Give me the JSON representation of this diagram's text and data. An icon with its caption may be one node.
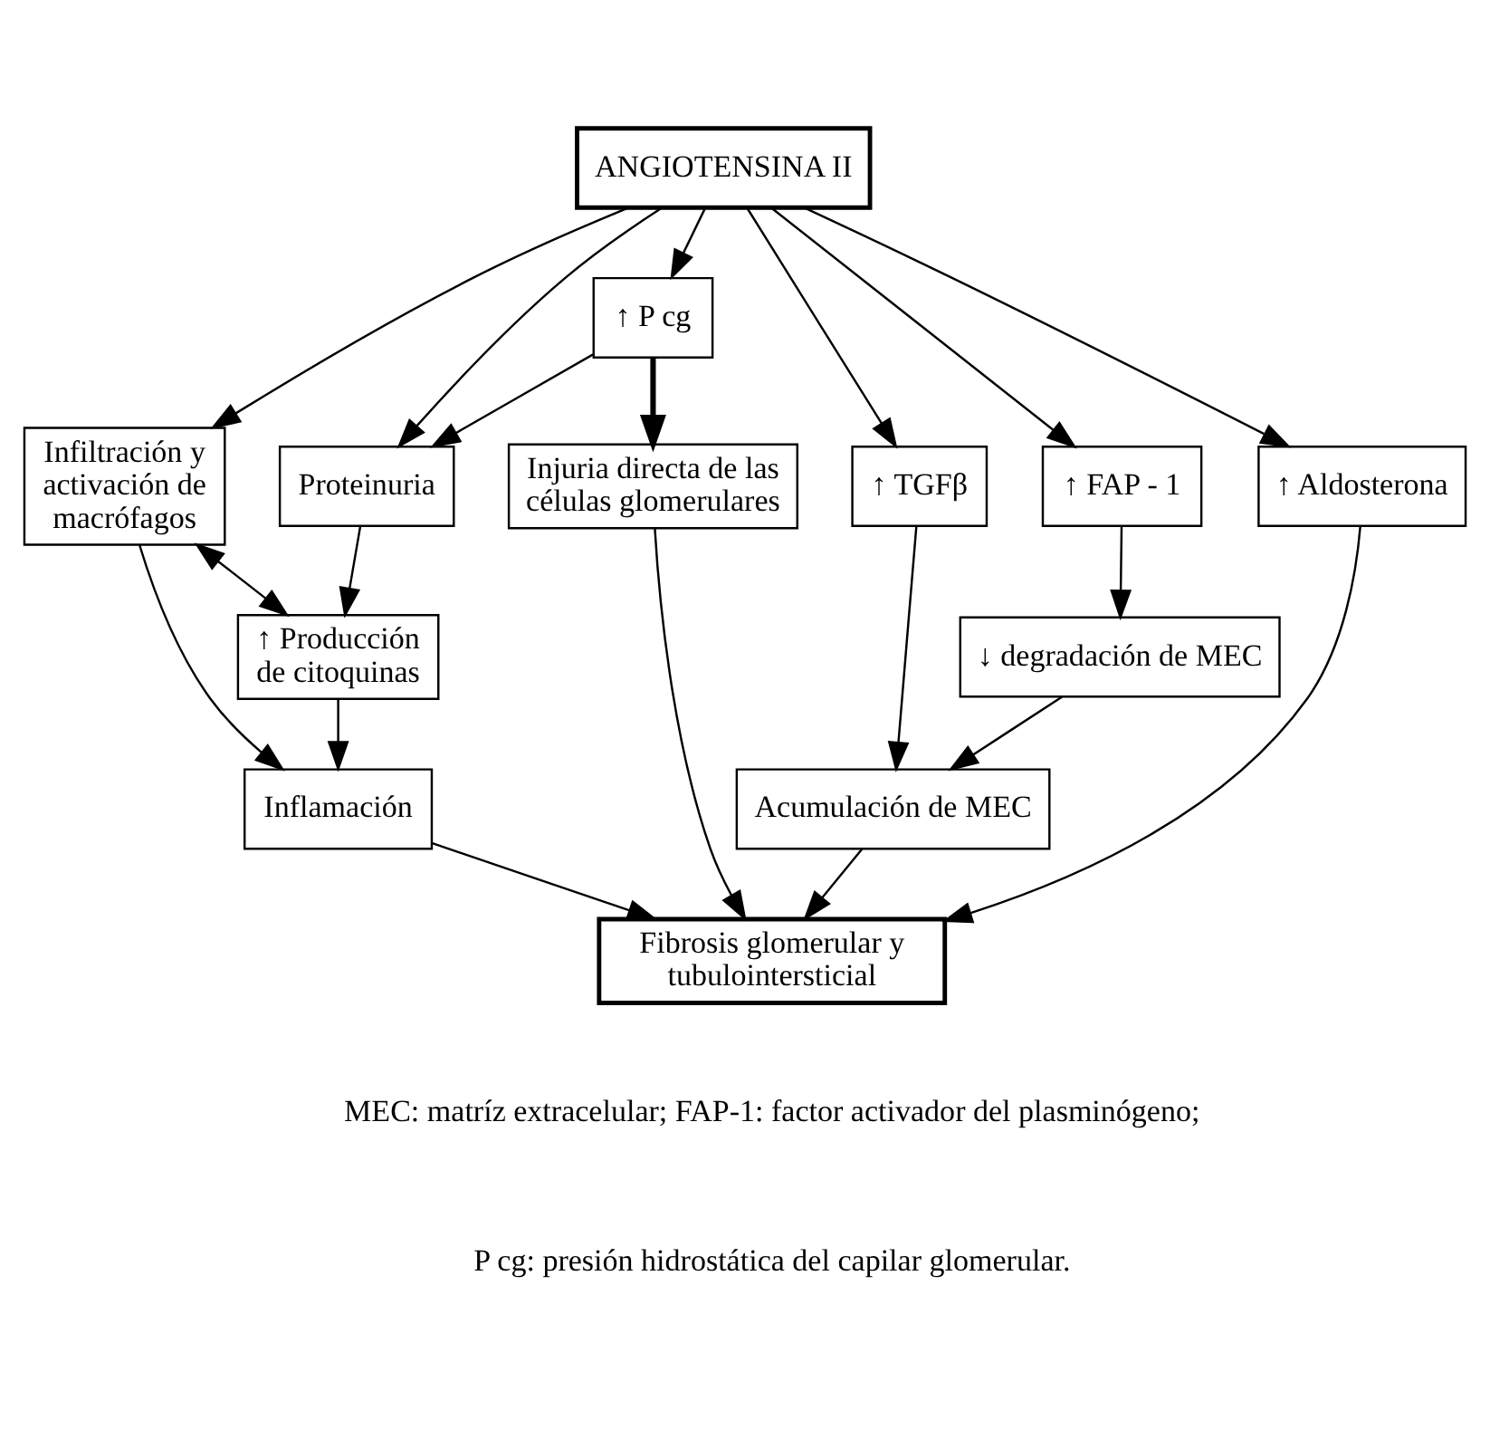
{
  "diagram": {
    "nodes": [
      {
        "text": [
          "ANGIOTENSINA II"
        ]
      },
      {
        "text": [
          "Infiltración y activación de macrófagos"
        ]
      },
      {
        "text": [
          "Proteinuria"
        ]
      },
      {
        "text": [
          "↑ TGFβ"
        ]
      },
      {
        "text": [
          "↑ FAP - 1"
        ]
      },
      {
        "text": [
          "↑ Aldosterona"
        ]
      },
      {
        "text": [
          "↑ P cg"
        ]
      },
      {
        "text": [
          "↑ Producción de citoquinas"
        ]
      },
      {
        "text": [
          "↓ degradación de MEC"
        ]
      },
      {
        "text": [
          "Inflamación"
        ]
      },
      {
        "text": [
          "Injuria directa de las células glomerulares"
        ]
      },
      {
        "text": [
          "Acumulación de MEC"
        ]
      },
      {
        "text": [
          "Fibrosis glomerular y tubulointersticial"
        ]
      }
    ],
    "edges": [
      {
        "from": 0,
        "to": 1,
        "arrow": "to"
      },
      {
        "from": 0,
        "to": 2,
        "arrow": "to"
      },
      {
        "from": 0,
        "to": 6,
        "arrow": "to"
      },
      {
        "from": 0,
        "to": 3,
        "arrow": "to"
      },
      {
        "from": 0,
        "to": 4,
        "arrow": "to"
      },
      {
        "from": 0,
        "to": 5,
        "arrow": "to"
      },
      {
        "from": 6,
        "to": 2,
        "arrow": "to"
      },
      {
        "from": 2,
        "to": 7,
        "arrow": "to"
      },
      {
        "from": 1,
        "to": 7,
        "arrow": "both"
      },
      {
        "from": 1,
        "to": 9,
        "arrow": "to"
      },
      {
        "from": 7,
        "to": 9,
        "arrow": "to"
      },
      {
        "from": 6,
        "to": 10,
        "arrow": "to",
        "style": "thick"
      },
      {
        "from": 4,
        "to": 8,
        "arrow": "to"
      },
      {
        "from": 3,
        "to": 11,
        "arrow": "to"
      },
      {
        "from": 8,
        "to": 11,
        "arrow": "to"
      },
      {
        "from": 9,
        "to": 12,
        "arrow": "to"
      },
      {
        "from": 10,
        "to": 12,
        "arrow": "to"
      },
      {
        "from": 11,
        "to": 12,
        "arrow": "to"
      },
      {
        "from": 5,
        "to": 12,
        "arrow": "to"
      }
    ],
    "labels": [
      "MEC: matríz extracelular; FAP-1: factor activador del plasminógeno;",
      "P cg: presión hidrostática del capilar glomerular."
    ]
  }
}
